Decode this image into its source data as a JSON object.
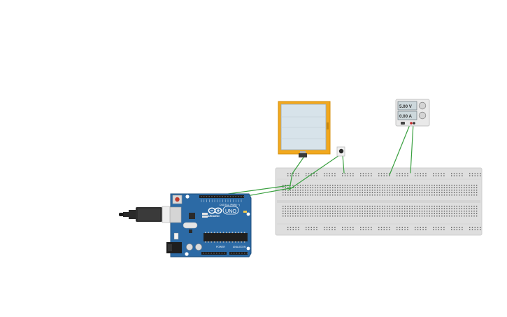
{
  "power_supply": {
    "voltage": "5.00 V",
    "current": "0.00 A"
  },
  "arduino": {
    "logo_text": "ARDUINO",
    "model": "UNO",
    "digital_label": "DIGITAL (PWM ~)",
    "power_label": "POWER",
    "analog_label": "ANALOG IN",
    "brand_color": "#2c6aa5"
  },
  "lcd": {
    "frame_color": "#f2a81d",
    "screen_color": "#d7e3ea"
  },
  "wire_color": "#3aa040",
  "breadboard_color": "#dedede"
}
